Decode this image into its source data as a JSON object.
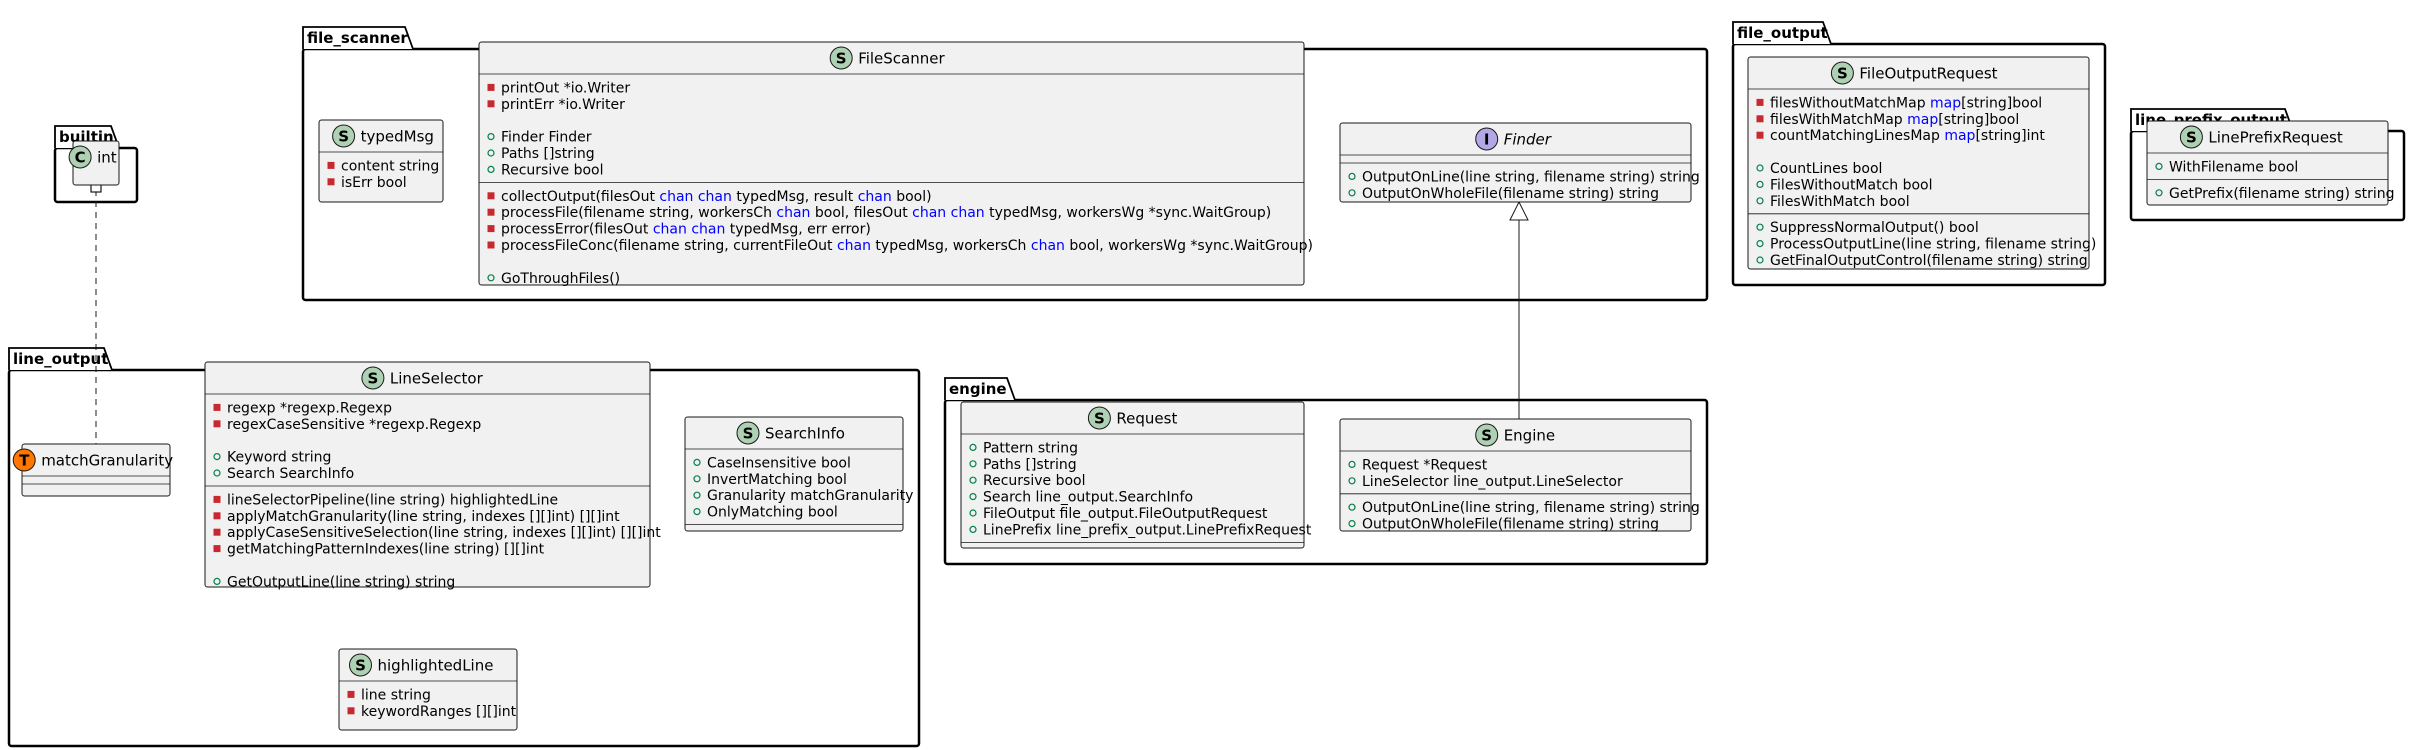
{
  "colors": {
    "struct_badge": "#add1b2",
    "class_badge": "#add1b2",
    "interface_badge": "#b4a7e5",
    "type_badge": "#ff7700",
    "keyword": "#0000ff",
    "private_marker": "#c82930",
    "public_marker": "#038048"
  },
  "packages": [
    {
      "name": "builtin",
      "classes": [
        {
          "id": "int",
          "kind": "C",
          "name": "int",
          "groups": []
        }
      ]
    },
    {
      "name": "file_scanner",
      "classes": [
        {
          "id": "typedMsg",
          "kind": "S",
          "name": "typedMsg",
          "groups": [
            [
              [
                {
                  "vis": "-",
                  "text": "content string"
                }
              ],
              [
                {
                  "vis": "-",
                  "text": "isErr bool"
                }
              ]
            ]
          ]
        },
        {
          "id": "FileScanner",
          "kind": "S",
          "name": "FileScanner",
          "groups": [
            [
              [
                {
                  "vis": "-",
                  "text": "printOut *io.Writer"
                }
              ],
              [
                {
                  "vis": "-",
                  "text": "printErr *io.Writer"
                }
              ],
              [
                {
                  "vis": "",
                  "text": ""
                }
              ],
              [
                {
                  "vis": "+",
                  "text": "Finder Finder"
                }
              ],
              [
                {
                  "vis": "+",
                  "text": "Paths []string"
                }
              ],
              [
                {
                  "vis": "+",
                  "text": "Recursive bool"
                }
              ]
            ],
            [
              [
                {
                  "vis": "-",
                  "text": "collectOutput(filesOut "
                },
                {
                  "kw": true,
                  "text": "chan chan"
                },
                {
                  "text": " typedMsg, result "
                },
                {
                  "kw": true,
                  "text": "chan"
                },
                {
                  "text": " bool)"
                }
              ],
              [
                {
                  "vis": "-",
                  "text": "processFile(filename string, workersCh "
                },
                {
                  "kw": true,
                  "text": "chan"
                },
                {
                  "text": " bool, filesOut "
                },
                {
                  "kw": true,
                  "text": "chan chan"
                },
                {
                  "text": " typedMsg, workersWg *sync.WaitGroup)"
                }
              ],
              [
                {
                  "vis": "-",
                  "text": "processError(filesOut "
                },
                {
                  "kw": true,
                  "text": "chan chan"
                },
                {
                  "text": " typedMsg, err error)"
                }
              ],
              [
                {
                  "vis": "-",
                  "text": "processFileConc(filename string, currentFileOut "
                },
                {
                  "kw": true,
                  "text": "chan"
                },
                {
                  "text": " typedMsg, workersCh "
                },
                {
                  "kw": true,
                  "text": "chan"
                },
                {
                  "text": " bool, workersWg *sync.WaitGroup)"
                }
              ],
              [
                {
                  "vis": "",
                  "text": ""
                }
              ],
              [
                {
                  "vis": "+",
                  "text": "GoThroughFiles()"
                }
              ]
            ]
          ]
        },
        {
          "id": "Finder",
          "kind": "I",
          "name": "Finder",
          "groups": [
            [],
            [
              [
                {
                  "vis": "+",
                  "text": "OutputOnLine(line string, filename string) string"
                }
              ],
              [
                {
                  "vis": "+",
                  "text": "OutputOnWholeFile(filename string) string"
                }
              ]
            ]
          ]
        }
      ]
    },
    {
      "name": "file_output",
      "classes": [
        {
          "id": "FileOutputRequest",
          "kind": "S",
          "name": "FileOutputRequest",
          "groups": [
            [
              [
                {
                  "vis": "-",
                  "text": "filesWithoutMatchMap "
                },
                {
                  "kw": true,
                  "text": "map"
                },
                {
                  "text": "[string]bool"
                }
              ],
              [
                {
                  "vis": "-",
                  "text": "filesWithMatchMap "
                },
                {
                  "kw": true,
                  "text": "map"
                },
                {
                  "text": "[string]bool"
                }
              ],
              [
                {
                  "vis": "-",
                  "text": "countMatchingLinesMap "
                },
                {
                  "kw": true,
                  "text": "map"
                },
                {
                  "text": "[string]int"
                }
              ],
              [
                {
                  "vis": "",
                  "text": ""
                }
              ],
              [
                {
                  "vis": "+",
                  "text": "CountLines bool"
                }
              ],
              [
                {
                  "vis": "+",
                  "text": "FilesWithoutMatch bool"
                }
              ],
              [
                {
                  "vis": "+",
                  "text": "FilesWithMatch bool"
                }
              ]
            ],
            [
              [
                {
                  "vis": "+",
                  "text": "SuppressNormalOutput() bool"
                }
              ],
              [
                {
                  "vis": "+",
                  "text": "ProcessOutputLine(line string, filename string)"
                }
              ],
              [
                {
                  "vis": "+",
                  "text": "GetFinalOutputControl(filename string) string"
                }
              ]
            ]
          ]
        }
      ]
    },
    {
      "name": "line_prefix_output",
      "classes": [
        {
          "id": "LinePrefixRequest",
          "kind": "S",
          "name": "LinePrefixRequest",
          "groups": [
            [
              [
                {
                  "vis": "+",
                  "text": "WithFilename bool"
                }
              ]
            ],
            [
              [
                {
                  "vis": "+",
                  "text": "GetPrefix(filename string) string"
                }
              ]
            ]
          ]
        }
      ]
    },
    {
      "name": "line_output",
      "classes": [
        {
          "id": "matchGranularity",
          "kind": "T",
          "name": "matchGranularity",
          "groups": [
            [],
            []
          ]
        },
        {
          "id": "LineSelector",
          "kind": "S",
          "name": "LineSelector",
          "groups": [
            [
              [
                {
                  "vis": "-",
                  "text": "regexp *regexp.Regexp"
                }
              ],
              [
                {
                  "vis": "-",
                  "text": "regexCaseSensitive *regexp.Regexp"
                }
              ],
              [
                {
                  "vis": "",
                  "text": ""
                }
              ],
              [
                {
                  "vis": "+",
                  "text": "Keyword string"
                }
              ],
              [
                {
                  "vis": "+",
                  "text": "Search SearchInfo"
                }
              ]
            ],
            [
              [
                {
                  "vis": "-",
                  "text": "lineSelectorPipeline(line string) highlightedLine"
                }
              ],
              [
                {
                  "vis": "-",
                  "text": "applyMatchGranularity(line string, indexes [][]int) [][]int"
                }
              ],
              [
                {
                  "vis": "-",
                  "text": "applyCaseSensitiveSelection(line string, indexes [][]int) [][]int"
                }
              ],
              [
                {
                  "vis": "-",
                  "text": "getMatchingPatternIndexes(line string) [][]int"
                }
              ],
              [
                {
                  "vis": "",
                  "text": ""
                }
              ],
              [
                {
                  "vis": "+",
                  "text": "GetOutputLine(line string) string"
                }
              ]
            ]
          ]
        },
        {
          "id": "SearchInfo",
          "kind": "S",
          "name": "SearchInfo",
          "groups": [
            [
              [
                {
                  "vis": "+",
                  "text": "CaseInsensitive bool"
                }
              ],
              [
                {
                  "vis": "+",
                  "text": "InvertMatching bool"
                }
              ],
              [
                {
                  "vis": "+",
                  "text": "Granularity matchGranularity"
                }
              ],
              [
                {
                  "vis": "+",
                  "text": "OnlyMatching bool"
                }
              ]
            ],
            []
          ]
        },
        {
          "id": "highlightedLine",
          "kind": "S",
          "name": "highlightedLine",
          "groups": [
            [
              [
                {
                  "vis": "-",
                  "text": "line string"
                }
              ],
              [
                {
                  "vis": "-",
                  "text": "keywordRanges [][]int"
                }
              ]
            ]
          ]
        }
      ]
    },
    {
      "name": "engine",
      "classes": [
        {
          "id": "Request",
          "kind": "S",
          "name": "Request",
          "groups": [
            [
              [
                {
                  "vis": "+",
                  "text": "Pattern string"
                }
              ],
              [
                {
                  "vis": "+",
                  "text": "Paths []string"
                }
              ],
              [
                {
                  "vis": "+",
                  "text": "Recursive bool"
                }
              ],
              [
                {
                  "vis": "+",
                  "text": "Search line_output.SearchInfo"
                }
              ],
              [
                {
                  "vis": "+",
                  "text": "FileOutput file_output.FileOutputRequest"
                }
              ],
              [
                {
                  "vis": "+",
                  "text": "LinePrefix line_prefix_output.LinePrefixRequest"
                }
              ]
            ],
            []
          ]
        },
        {
          "id": "Engine",
          "kind": "S",
          "name": "Engine",
          "groups": [
            [
              [
                {
                  "vis": "+",
                  "text": "Request *Request"
                }
              ],
              [
                {
                  "vis": "+",
                  "text": "LineSelector line_output.LineSelector"
                }
              ]
            ],
            [
              [
                {
                  "vis": "+",
                  "text": "OutputOnLine(line string, filename string) string"
                }
              ],
              [
                {
                  "vis": "+",
                  "text": "OutputOnWholeFile(filename string) string"
                }
              ]
            ]
          ]
        }
      ]
    }
  ],
  "relations": [
    {
      "from": "Engine",
      "to": "Finder",
      "type": "realization"
    },
    {
      "from": "int",
      "to": "matchGranularity",
      "type": "dashed-composition"
    }
  ]
}
